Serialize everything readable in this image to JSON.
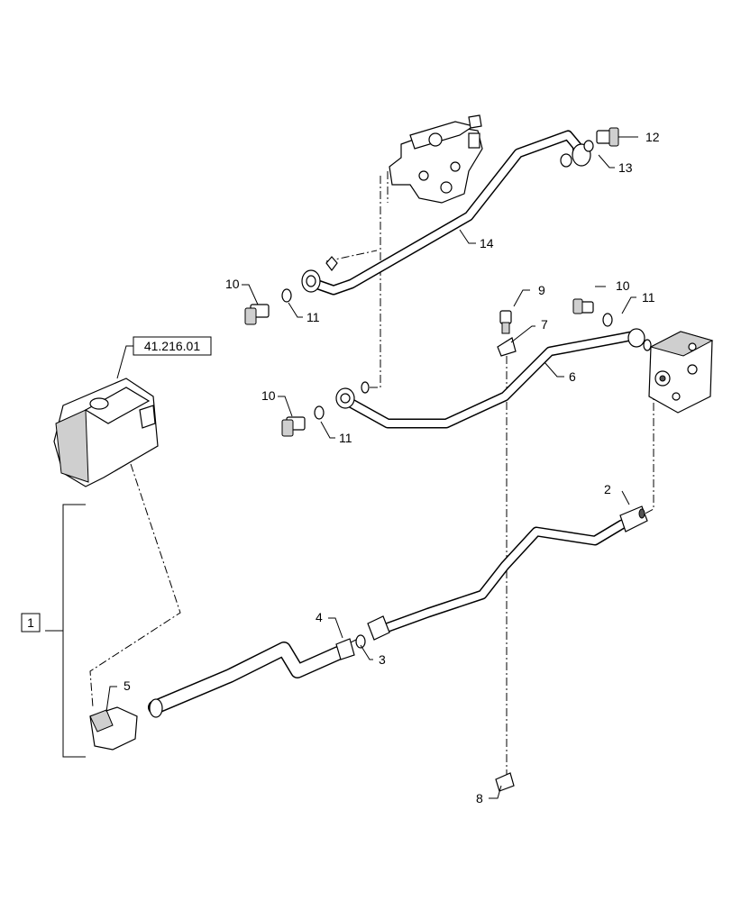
{
  "reference_box": {
    "label": "41.216.01"
  },
  "assembly_box": {
    "label": "1"
  },
  "callouts": [
    {
      "id": "c12",
      "label": "12"
    },
    {
      "id": "c13",
      "label": "13"
    },
    {
      "id": "c14",
      "label": "14"
    },
    {
      "id": "c10a",
      "label": "10"
    },
    {
      "id": "c11a",
      "label": "11"
    },
    {
      "id": "c9",
      "label": "9"
    },
    {
      "id": "c10b",
      "label": "10"
    },
    {
      "id": "c11b",
      "label": "11"
    },
    {
      "id": "c7",
      "label": "7"
    },
    {
      "id": "c6",
      "label": "6"
    },
    {
      "id": "c10c",
      "label": "10"
    },
    {
      "id": "c11c",
      "label": "11"
    },
    {
      "id": "c2",
      "label": "2"
    },
    {
      "id": "c4",
      "label": "4"
    },
    {
      "id": "c3",
      "label": "3"
    },
    {
      "id": "c5",
      "label": "5"
    },
    {
      "id": "c8",
      "label": "8"
    }
  ]
}
